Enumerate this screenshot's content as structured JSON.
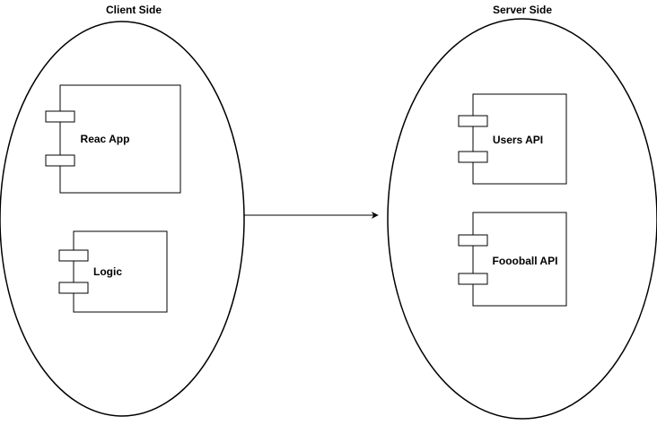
{
  "colors": {
    "stroke": "#000000",
    "fill": "#ffffff",
    "text": "#000000"
  },
  "client": {
    "title": "Client Side",
    "components": [
      {
        "label": "Reac App"
      },
      {
        "label": "Logic"
      }
    ]
  },
  "server": {
    "title": "Server Side",
    "components": [
      {
        "label": "Users API"
      },
      {
        "label": "Foooball API"
      }
    ]
  },
  "connector": {
    "direction": "client-to-server"
  }
}
